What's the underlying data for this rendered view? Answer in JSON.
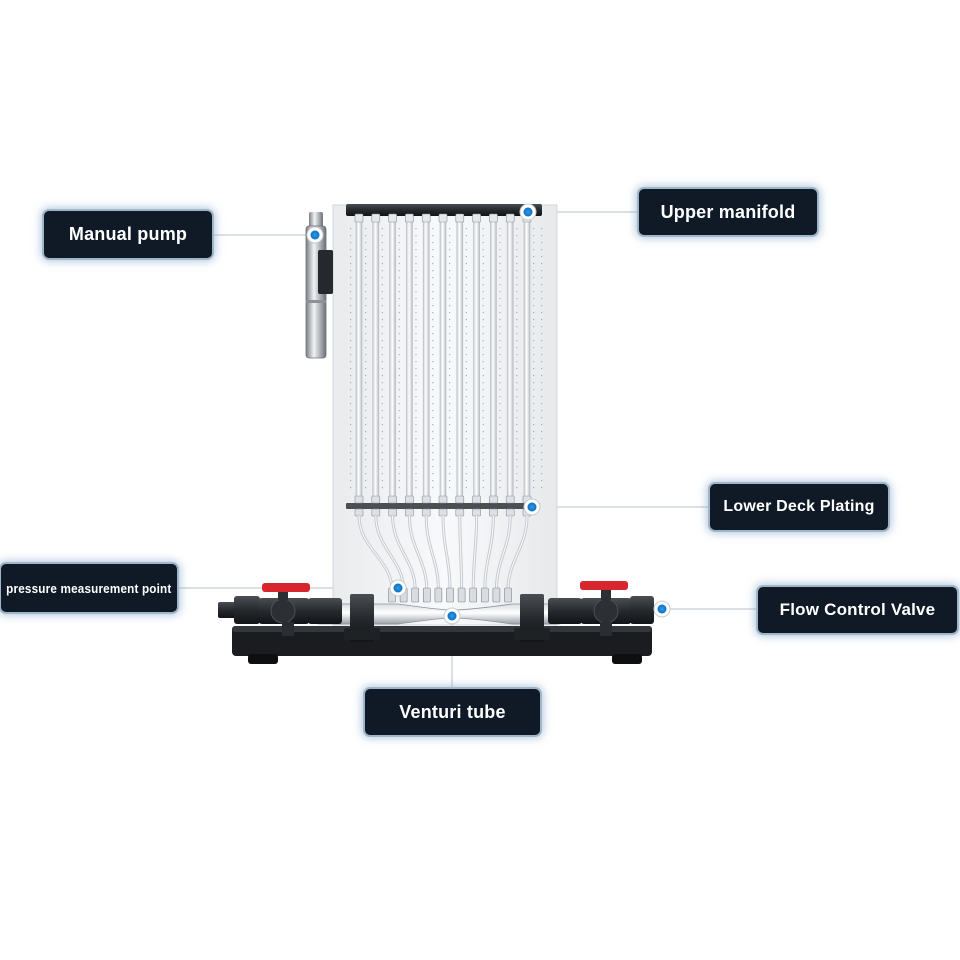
{
  "labels": {
    "manual_pump": "Manual pump",
    "upper_manifold": "Upper manifold",
    "lower_deck_plating": "Lower Deck Plating",
    "pressure_point": "pressure measurement point",
    "flow_control_valve": "Flow Control Valve",
    "venturi_tube": "Venturi tube"
  },
  "colors": {
    "callout_bg": "#0f1a26",
    "callout_border": "#9fb6c8",
    "marker_blue": "#1e8fe0",
    "valve_red": "#d8262e",
    "base_black": "#16181b",
    "panel_white": "#f4f5f6"
  },
  "icons": {
    "marker": "blue-dot-marker-icon"
  },
  "tube_count": 11
}
